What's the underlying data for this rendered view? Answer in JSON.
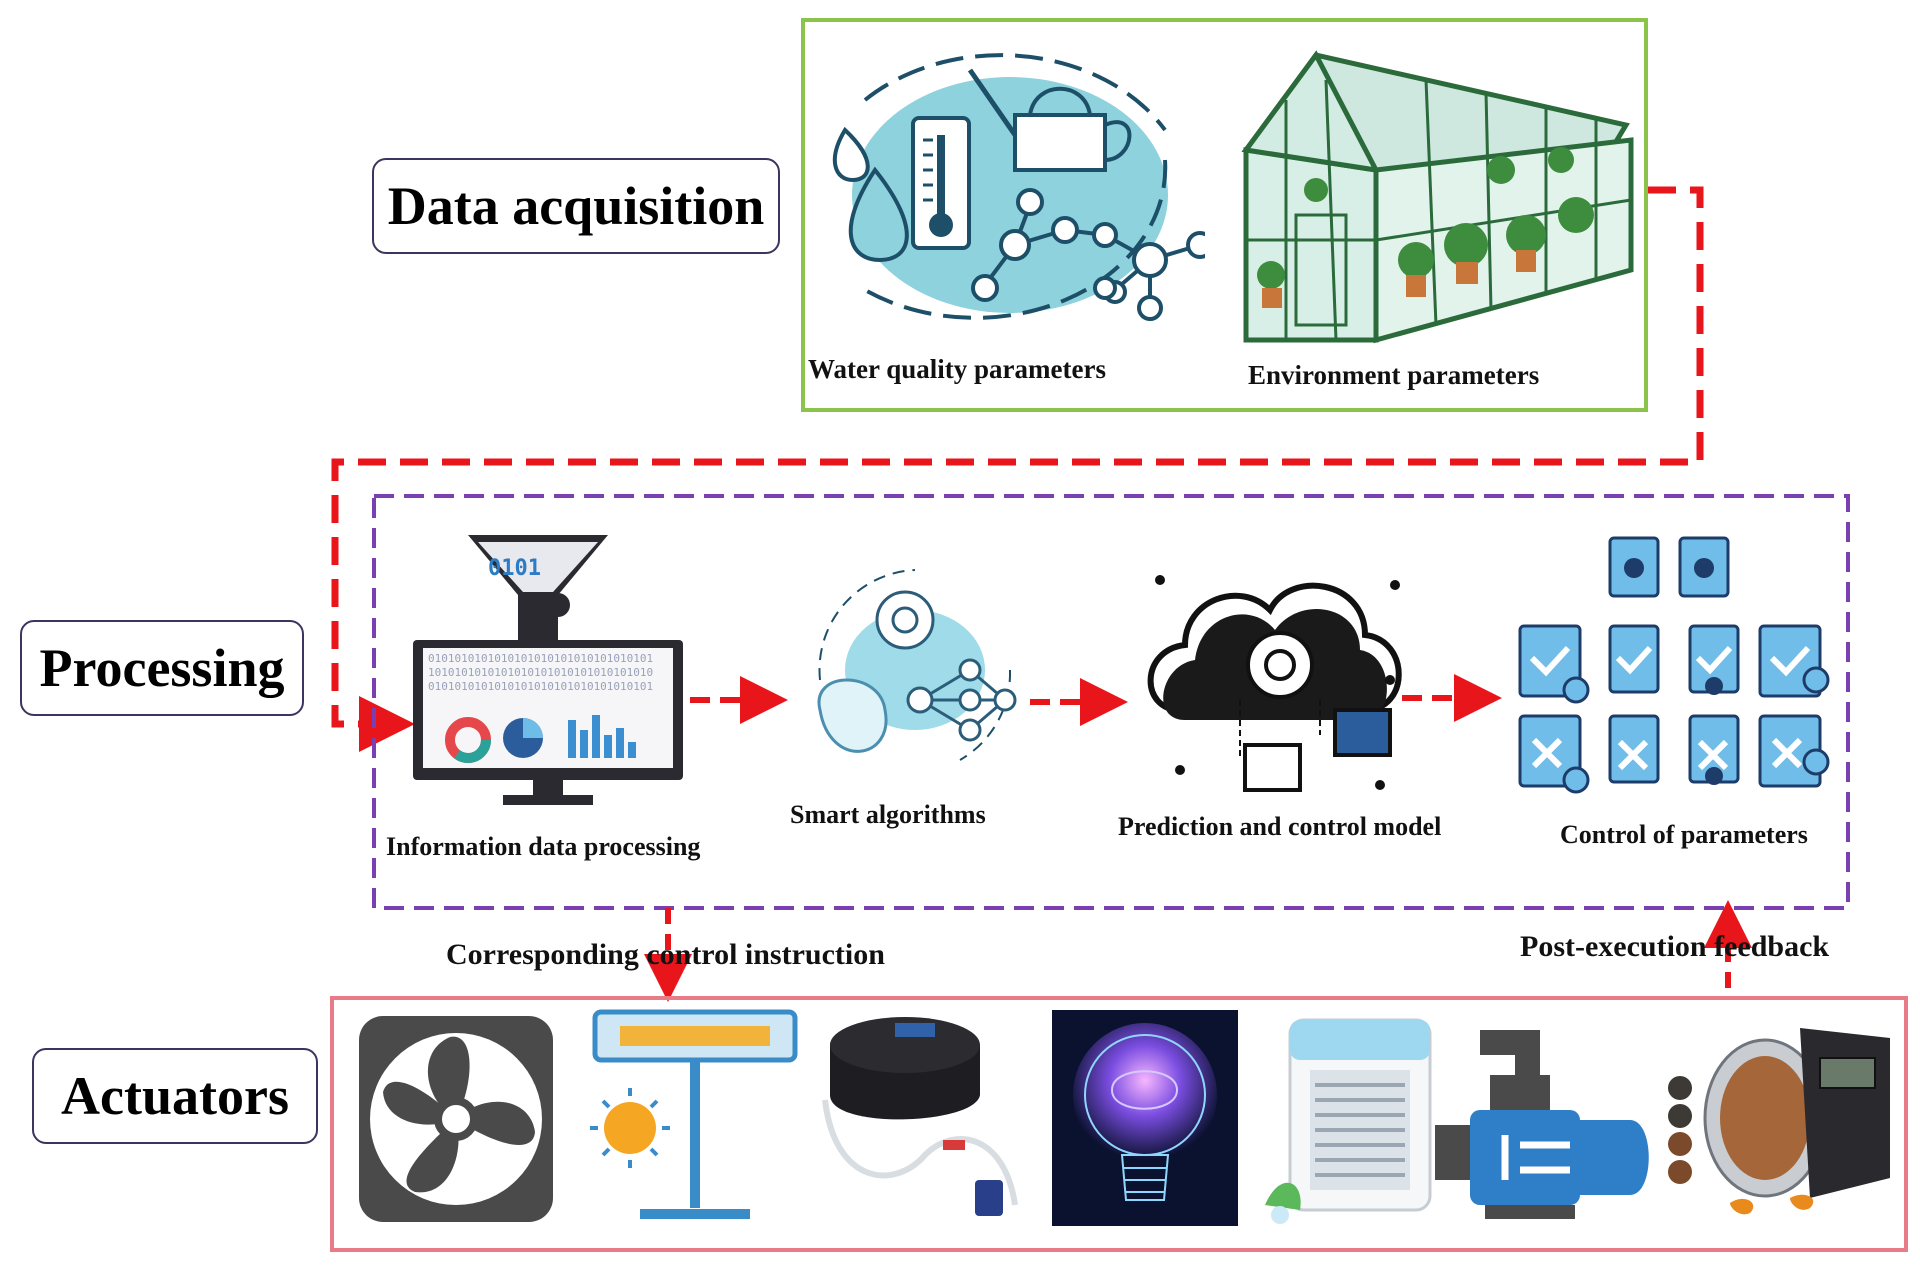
{
  "stages": {
    "acquisition": "Data acquisition",
    "processing": "Processing",
    "actuators": "Actuators"
  },
  "acquisition": {
    "water_caption": "Water quality parameters",
    "environment_caption": "Environment parameters"
  },
  "processing": {
    "steps": [
      {
        "label": "Information data processing",
        "icon": "computer-funnel-icon"
      },
      {
        "label": "Smart algorithms",
        "icon": "brain-network-icon"
      },
      {
        "label": "Prediction and control model",
        "icon": "cloud-gear-icon"
      },
      {
        "label": "Control of parameters",
        "icon": "clipboard-check-icon"
      }
    ],
    "binary_text": "0101"
  },
  "flows": {
    "instruction": "Corresponding  control instruction",
    "feedback": "Post-execution  feedback"
  },
  "actuators": [
    {
      "icon": "fan-icon"
    },
    {
      "icon": "heater-icon"
    },
    {
      "icon": "air-pump-icon"
    },
    {
      "icon": "light-bulb-icon"
    },
    {
      "icon": "air-cooler-icon"
    },
    {
      "icon": "water-pump-icon"
    },
    {
      "icon": "fish-feeder-icon"
    }
  ],
  "colors": {
    "flow_arrow": "#e8151b",
    "acquisition_border": "#8cc34a",
    "processing_border": "#7a3fb0",
    "actuator_border": "#e97b88",
    "icon_blue": "#4aa8de"
  }
}
